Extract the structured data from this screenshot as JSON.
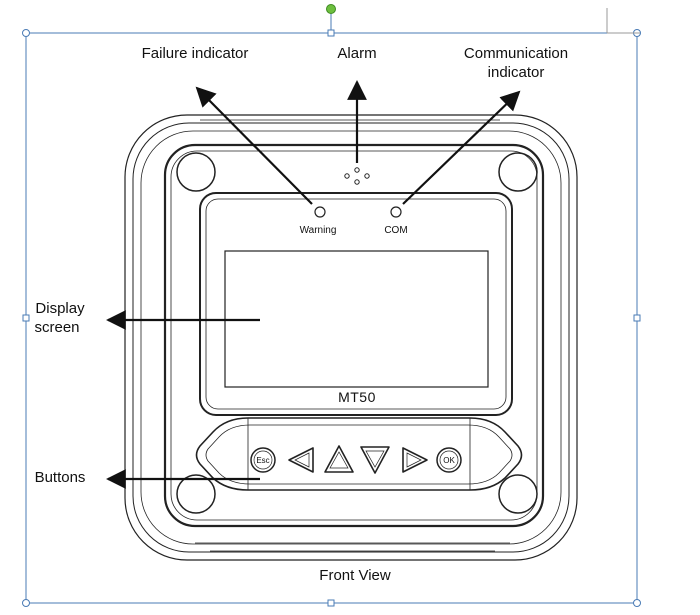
{
  "labels": {
    "failure_indicator": "Failure indicator",
    "alarm": "Alarm",
    "communication_indicator_line1": "Communication",
    "communication_indicator_line2": "indicator",
    "display_screen_line1": "Display",
    "display_screen_line2": "screen",
    "buttons": "Buttons",
    "caption": "Front View"
  },
  "device": {
    "model": "MT50",
    "warning_led_label": "Warning",
    "com_led_label": "COM",
    "esc_button_label": "Esc",
    "ok_button_label": "OK"
  },
  "colors": {
    "line": "#222222",
    "selection_frame": "#4a7bb5",
    "rotation_handle": "#6dbf3e"
  }
}
